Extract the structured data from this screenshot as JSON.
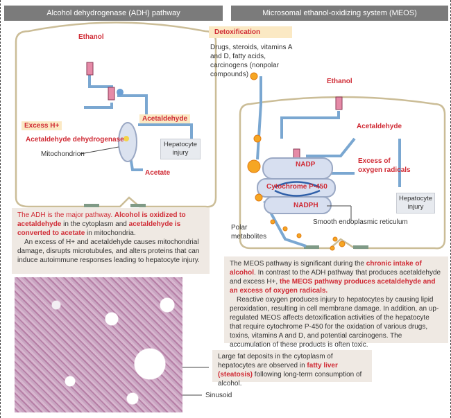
{
  "headers": {
    "left": "Alcohol dehydrogenase (ADH) pathway",
    "right": "Microsomal ethanol-oxidizing system (MEOS)"
  },
  "adh": {
    "ethanol": "Ethanol",
    "acetaldehyde": "Acetaldehyde",
    "excess_h": "Excess H+",
    "aldh": "Acetaldehyde dehydrogenase",
    "mitochondrion": "Mitochondrion",
    "injury": "Hepatocyte injury",
    "acetate": "Acetate"
  },
  "adh_text": {
    "p1a": "The ADH is the major pathway. ",
    "p1b": "Alcohol is oxidized to acetaldehyde",
    "p1c": " in the cytoplasm and ",
    "p1d": "acetaldehyde is converted to acetate",
    "p1e": " in mitochondria.",
    "p2": "An excess of H+ and acetaldehyde causes mitochondrial damage, disrupts microtubules, and alters proteins that can induce autoimmune responses leading to hepatocyte injury."
  },
  "meos": {
    "detox": "Detoxification",
    "detox_text": "Drugs, steroids, vitamins A and D, fatty acids, carcinogens (nonpolar compounds)",
    "ethanol": "Ethanol",
    "acetaldehyde": "Acetaldehyde",
    "radicals": "Excess of oxygen radicals",
    "nadp": "NADP",
    "cyp": "Cytochrome P-450",
    "nadph": "NADPH",
    "injury": "Hepatocyte injury",
    "ser": "Smooth endoplasmic reticulum",
    "polar": "Polar metabolites"
  },
  "meos_text": {
    "p1a": "The MEOS pathway is significant during the ",
    "p1b": "chronic intake of alcohol",
    "p1c": ". In contrast to the ADH pathway that produces acetaldehyde and excess H+, ",
    "p1d": "the MEOS pathway produces acetaldehyde and an excess of oxygen radicals.",
    "p2": "Reactive oxygen produces injury to hepatocytes by causing lipid peroxidation, resulting in cell membrane damage. In addition, an up-regulated MEOS affects detoxification activities of the hepatocyte that require cytochrome P-450 for the oxidation of various drugs, toxins, vitamins A and D, and potential carcinogens. The accumulation of these products is often toxic."
  },
  "micro": {
    "caption_a": "Large fat deposits in the cytoplasm of hepatocytes are observed in ",
    "caption_b": "fatty liver (steatosis)",
    "caption_c": " following long-term consumption of alcohol.",
    "sinusoid": "Sinusoid"
  }
}
